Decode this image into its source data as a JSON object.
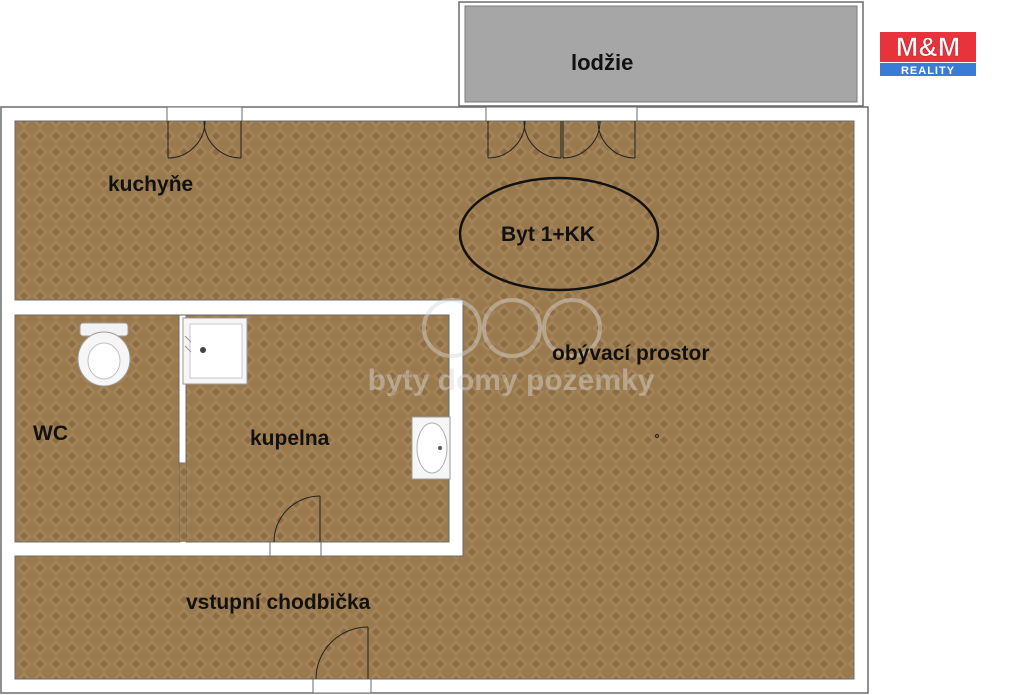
{
  "rooms": {
    "balcony": "lodžie",
    "kitchen": "kuchyňe",
    "living": "obývací prostor",
    "wc": "WC",
    "bathroom": "kupelna",
    "hallway": "vstupní chodbička"
  },
  "apartment_type": "Byt 1+KK",
  "watermark": "byty domy pozemky",
  "logo": {
    "brand": "M&M",
    "subtitle": "REALITY"
  },
  "colors": {
    "floor": "#9a7a4c",
    "floor_alt": "#8c6c40",
    "wall": "#ffffff",
    "wall_outline": "#6b6b6b",
    "balcony": "#a6a6a6",
    "logo_red": "#e8323c",
    "logo_blue": "#3a7bd5"
  }
}
